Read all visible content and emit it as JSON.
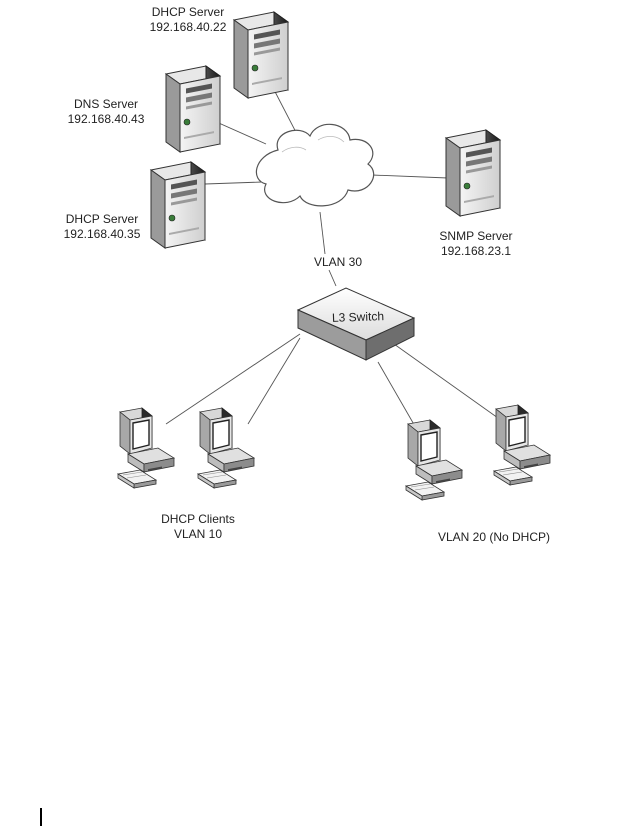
{
  "nodes": {
    "dhcp_server_top": {
      "name": "DHCP Server",
      "ip": "192.168.40.22"
    },
    "dns_server": {
      "name": "DNS Server",
      "ip": "192.168.40.43"
    },
    "dhcp_server_left": {
      "name": "DHCP Server",
      "ip": "192.168.40.35"
    },
    "snmp_server": {
      "name": "SNMP Server",
      "ip": "192.168.23.1"
    },
    "l3_switch": {
      "name": "L3 Switch"
    }
  },
  "links": {
    "vlan30": "VLAN 30"
  },
  "groups": {
    "dhcp_clients": {
      "line1": "DHCP Clients",
      "line2": "VLAN 10"
    },
    "vlan20": {
      "label": "VLAN 20 (No DHCP)"
    }
  },
  "icons": [
    "server-icon",
    "cloud-icon",
    "switch-icon",
    "workstation-icon"
  ]
}
